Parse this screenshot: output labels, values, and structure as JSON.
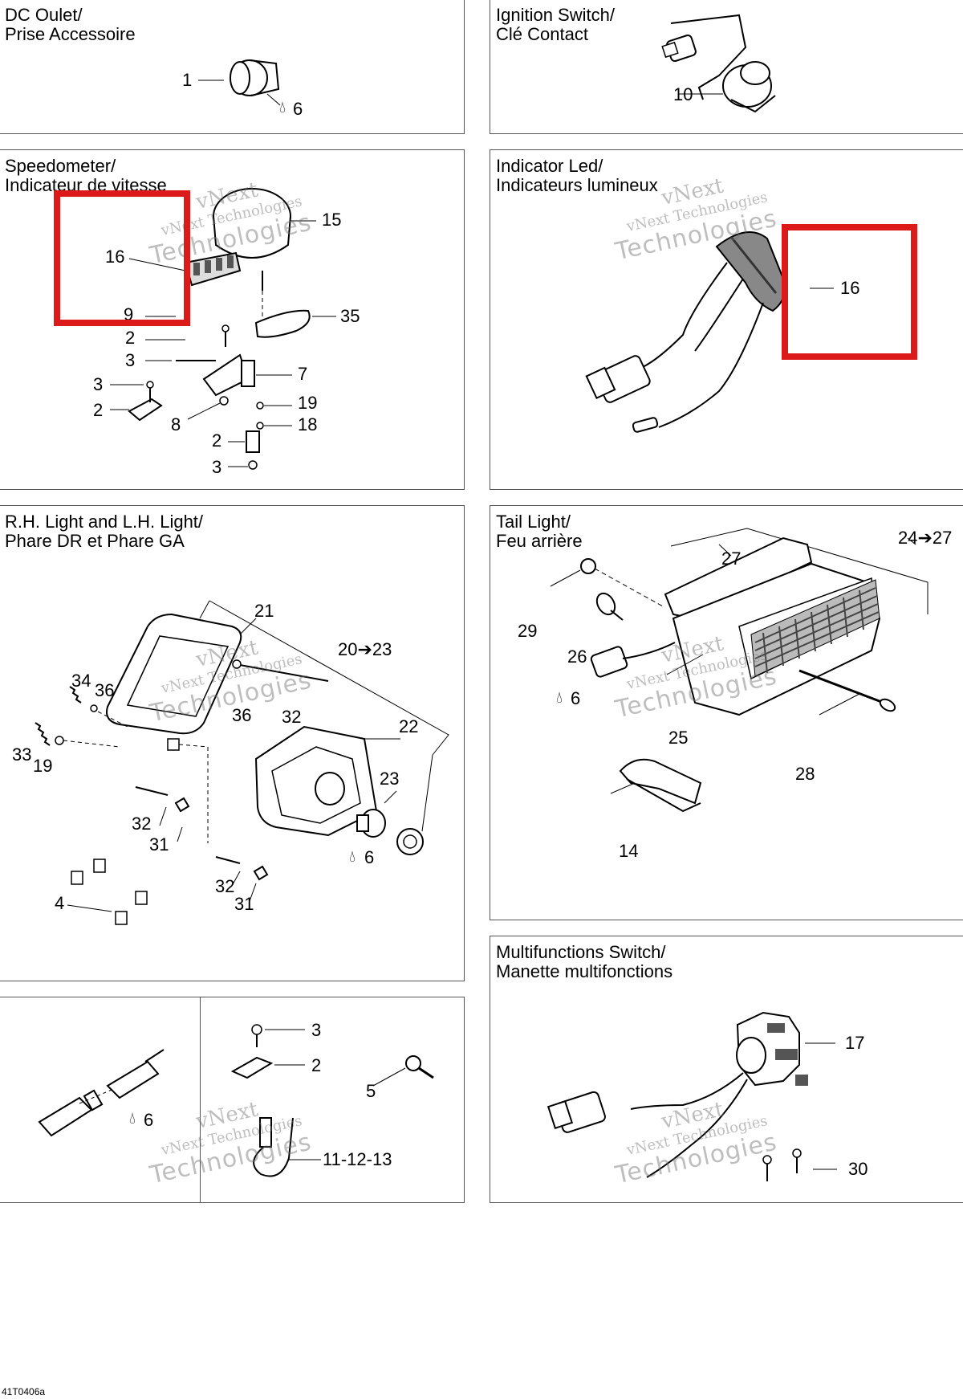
{
  "panels": {
    "dc": {
      "title": "DC Oulet/\nPrise Accessoire",
      "labels": [
        "1",
        "6"
      ]
    },
    "ign": {
      "title": "Ignition Switch/\nClé Contact",
      "labels": [
        "10"
      ]
    },
    "speedo": {
      "title": "Speedometer/\nIndicateur de vitesse",
      "labels": [
        "16",
        "15",
        "9",
        "2",
        "3",
        "7",
        "3",
        "2",
        "8",
        "19",
        "18",
        "2",
        "3",
        "35"
      ]
    },
    "led": {
      "title": "Indicator Led/\nIndicateurs lumineux",
      "labels": [
        "16"
      ]
    },
    "lights": {
      "title": "R.H. Light and L.H. Light/\nPhare DR et Phare GA",
      "labels": [
        "21",
        "20➔23",
        "34",
        "36",
        "36",
        "32",
        "22",
        "33",
        "19",
        "23",
        "32",
        "31",
        "6",
        "32",
        "31",
        "4"
      ]
    },
    "tail": {
      "title": "Tail Light/\nFeu arrière",
      "labels": [
        "24➔27",
        "27",
        "29",
        "26",
        "6",
        "25",
        "28",
        "14"
      ]
    },
    "conn": {
      "labels": [
        "6"
      ]
    },
    "clip": {
      "labels": [
        "3",
        "2",
        "5",
        "11-12-13"
      ]
    },
    "multi": {
      "title": "Multifunctions Switch/\nManette multifonctions",
      "labels": [
        "17",
        "30"
      ]
    }
  },
  "watermark": {
    "line1": "vNext Technologies",
    "line2": "Technologies",
    "line3": "vNext"
  },
  "reference": "41T0406a",
  "colors": {
    "highlight": "#dd1a1a",
    "line": "#000000",
    "frame": "#555555"
  },
  "icons": {
    "drop": "drop-icon"
  }
}
